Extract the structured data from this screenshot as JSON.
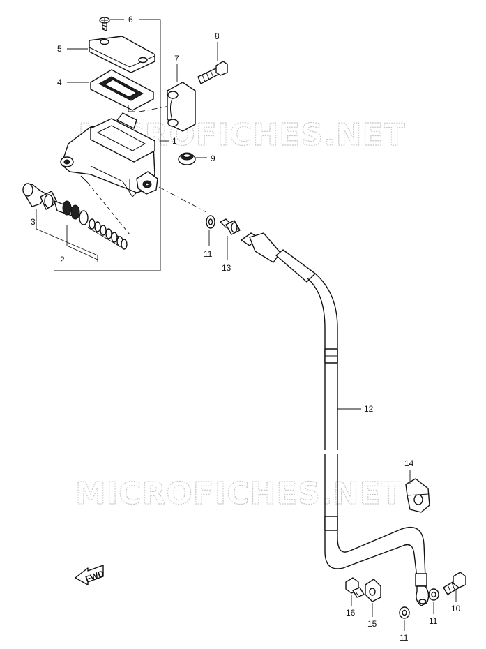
{
  "watermark": "MICROFICHES.NET",
  "fwd_label": "FWD",
  "callouts": [
    {
      "id": "c1",
      "text": "1"
    },
    {
      "id": "c2",
      "text": "2"
    },
    {
      "id": "c3",
      "text": "3"
    },
    {
      "id": "c4",
      "text": "4"
    },
    {
      "id": "c5",
      "text": "5"
    },
    {
      "id": "c6",
      "text": "6"
    },
    {
      "id": "c7",
      "text": "7"
    },
    {
      "id": "c8",
      "text": "8"
    },
    {
      "id": "c9",
      "text": "9"
    },
    {
      "id": "c10",
      "text": "10"
    },
    {
      "id": "c11a",
      "text": "11"
    },
    {
      "id": "c11b",
      "text": "11"
    },
    {
      "id": "c11c",
      "text": "11"
    },
    {
      "id": "c12",
      "text": "12"
    },
    {
      "id": "c13",
      "text": "13"
    },
    {
      "id": "c14",
      "text": "14"
    },
    {
      "id": "c15",
      "text": "15"
    },
    {
      "id": "c16",
      "text": "16"
    }
  ]
}
